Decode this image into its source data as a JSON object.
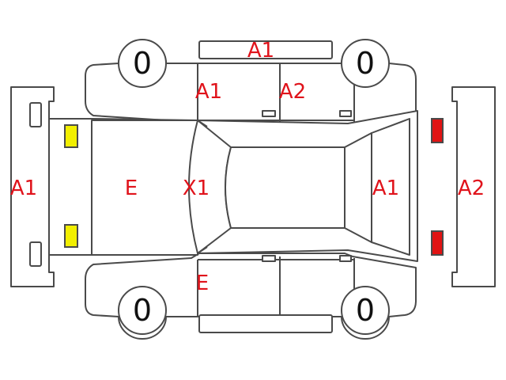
{
  "colors": {
    "code_text": "#e0131b",
    "outline": "#4a4a4a",
    "light_front": "#f2ef00",
    "light_rear": "#e01313",
    "background": "#ffffff"
  },
  "tyres": {
    "front_left": "0",
    "rear_left": "0",
    "front_right": "0",
    "rear_right": "0"
  },
  "codes": {
    "top_edge": "A1",
    "left_front_door": "A1",
    "left_rear_door": "A2",
    "front_bumper": "A1",
    "hood": "E",
    "windshield": "X1",
    "rear_window": "A1",
    "rear_bumper": "A2",
    "right_front_door": "E"
  }
}
